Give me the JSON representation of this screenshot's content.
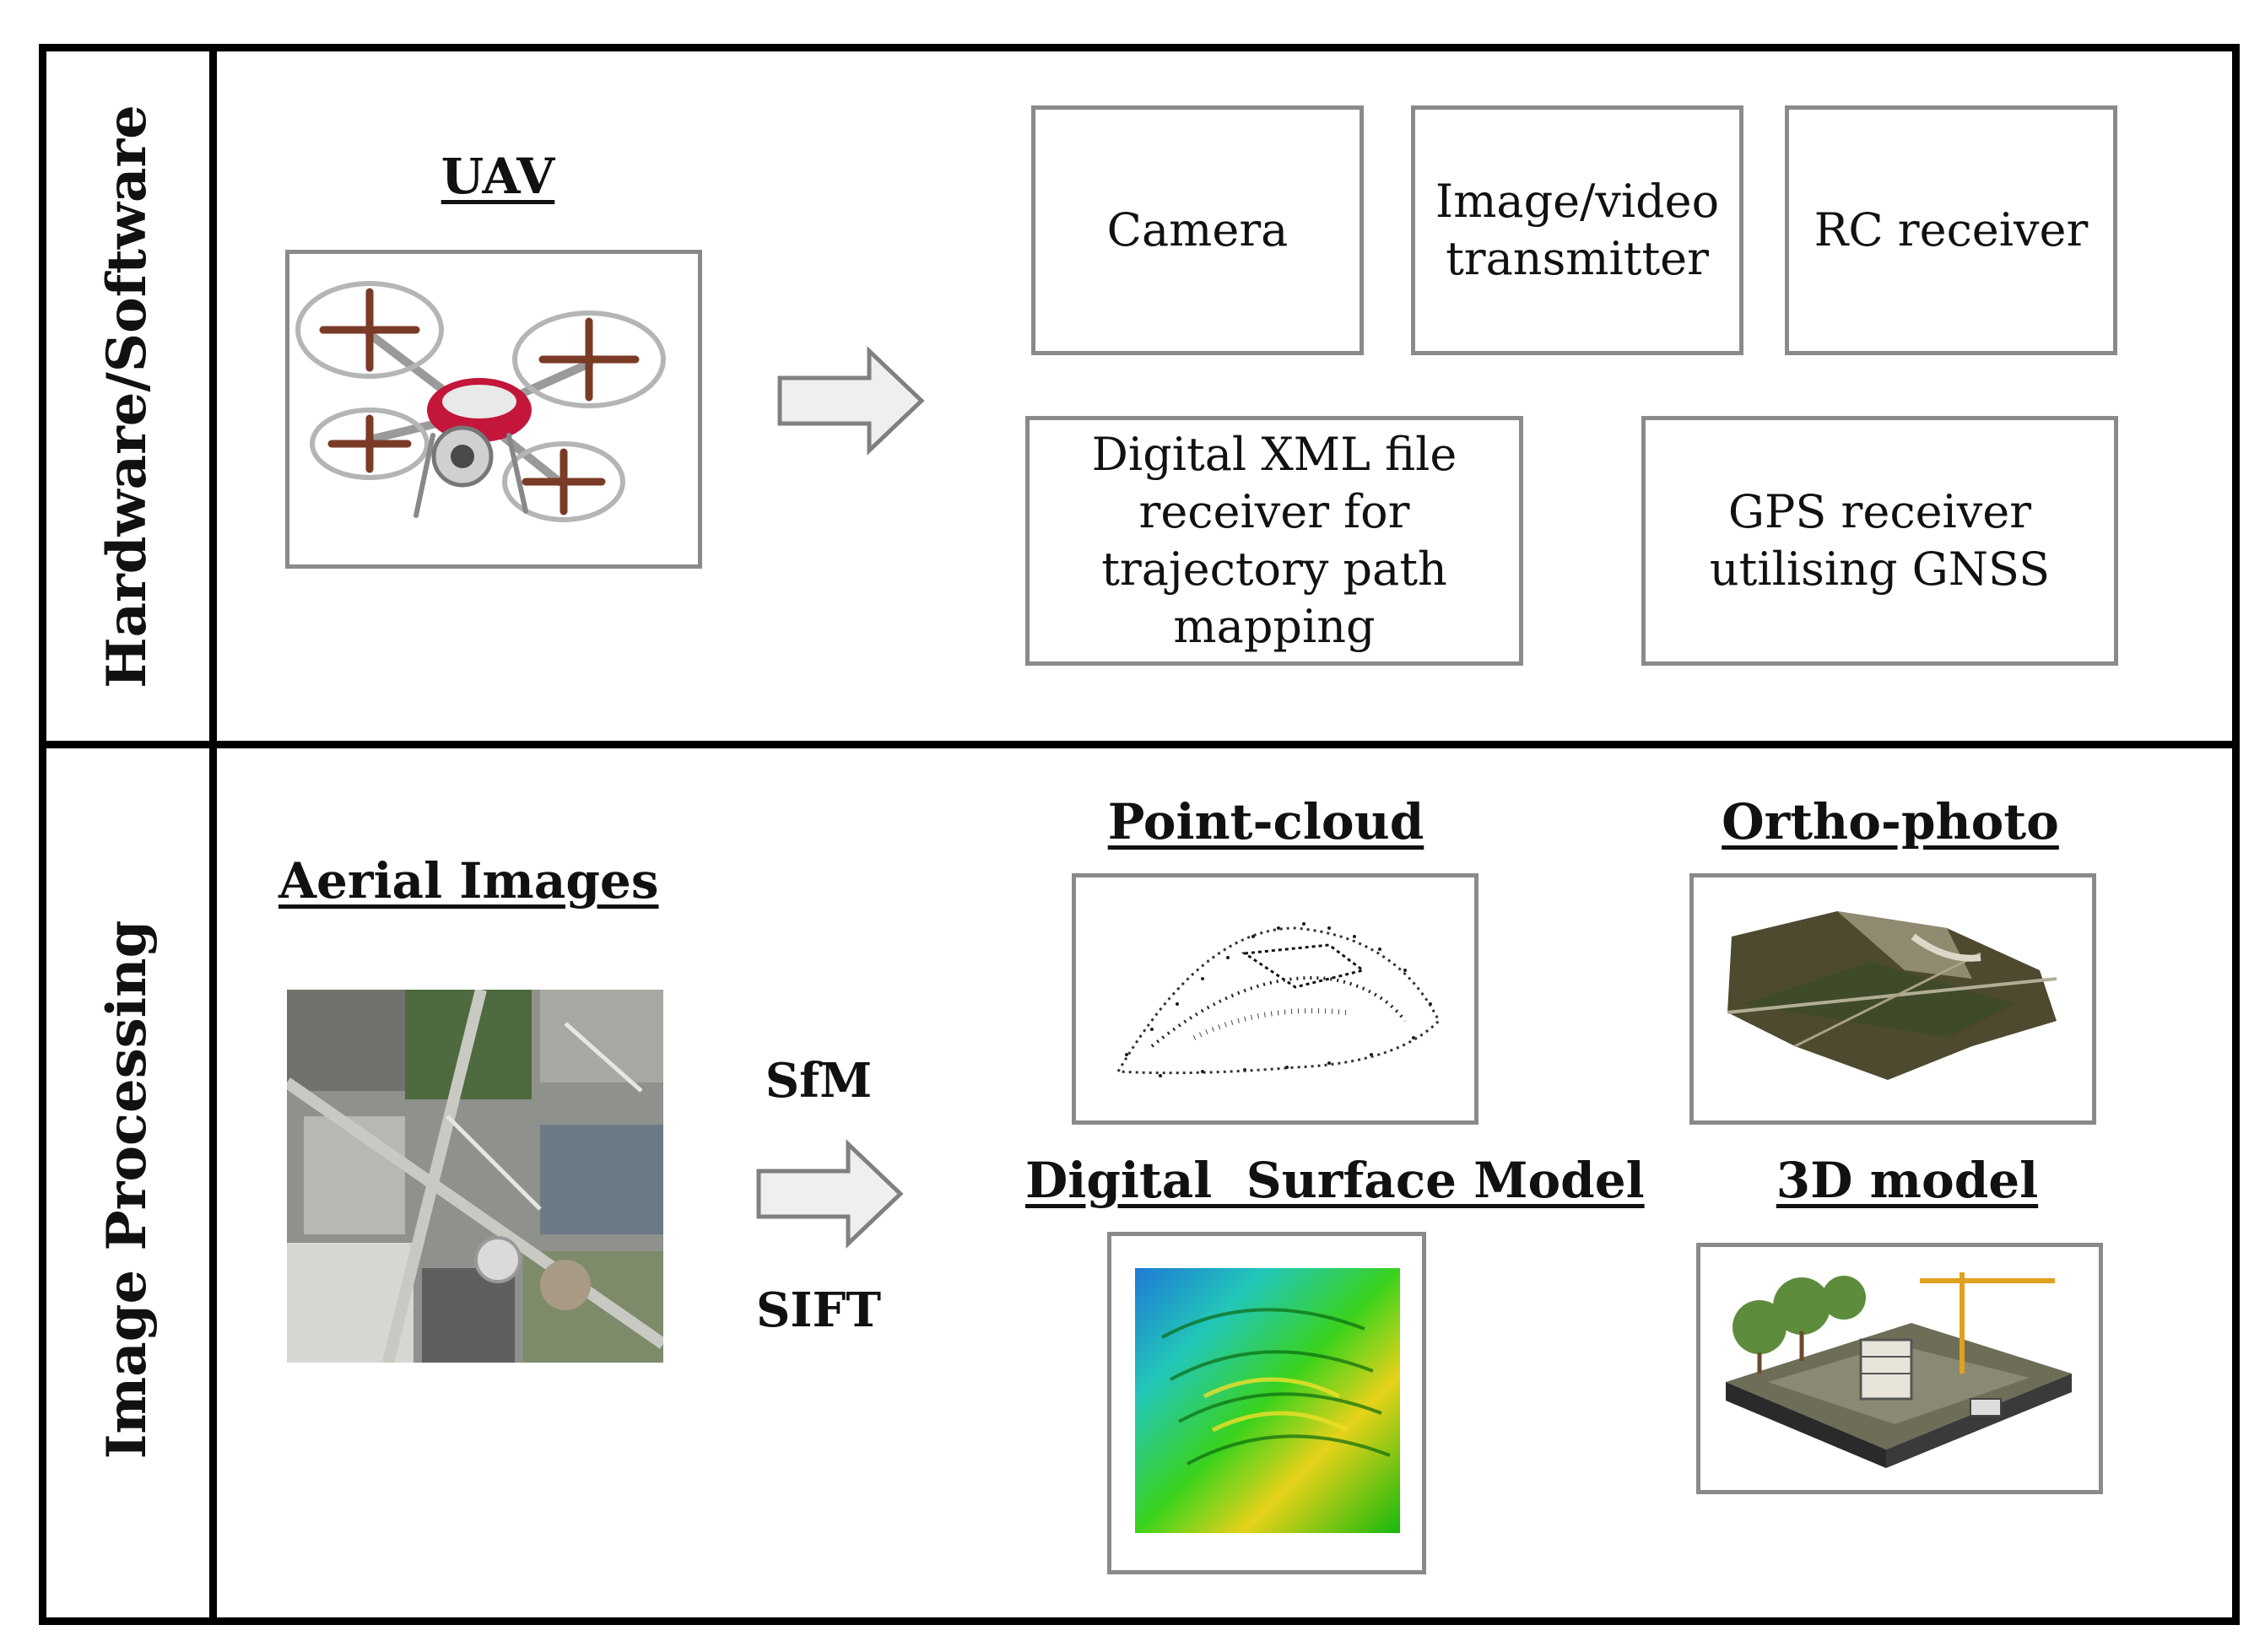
{
  "sections": {
    "top_label": "Hardware/Software",
    "bottom_label": "Image Processing"
  },
  "hardware": {
    "uav_title": "UAV",
    "uav_image": "drone-icon",
    "components": [
      {
        "label": "Camera"
      },
      {
        "label": "Image/video transmitter"
      },
      {
        "label": "RC receiver"
      },
      {
        "label": "Digital XML file receiver for trajectory path mapping"
      },
      {
        "label": "GPS receiver utilising GNSS"
      }
    ]
  },
  "processing": {
    "aerial_title": "Aerial Images",
    "method_top": "SfM",
    "method_bottom": "SIFT",
    "outputs": {
      "point_cloud": "Point-cloud",
      "ortho_photo": "Ortho-photo",
      "dsm": "Digital  Surface Model",
      "model_3d": "3D model"
    }
  },
  "colors": {
    "frame": "#000000",
    "box_border": "#8a8a8a",
    "arrow_fill": "#efefef",
    "arrow_stroke": "#808080"
  }
}
